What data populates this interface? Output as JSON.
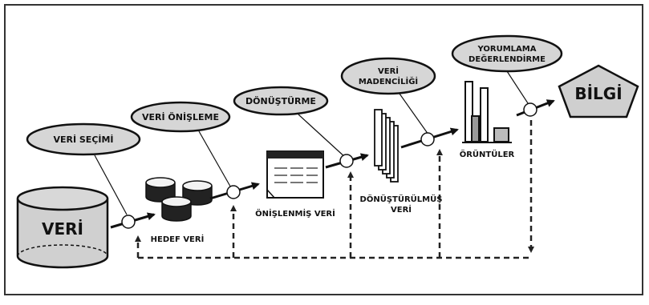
{
  "process": {
    "source": "VERİ",
    "steps": [
      {
        "label": "VERİ SEÇİMİ"
      },
      {
        "label": "VERİ ÖNİŞLEME"
      },
      {
        "label": "DÖNÜŞTÜRME"
      },
      {
        "label_line1": "VERİ",
        "label_line2": "MADENCİLİĞİ"
      },
      {
        "label_line1": "YORUMLAMA",
        "label_line2": "DEĞERLENDİRME"
      }
    ],
    "products": [
      {
        "label": "HEDEF VERİ"
      },
      {
        "label": "ÖNİŞLENMİŞ VERİ"
      },
      {
        "label_line1": "DÖNÜŞTÜRÜLMÜŞ",
        "label_line2": "VERİ"
      },
      {
        "label": "ÖRÜNTÜLER"
      }
    ],
    "result": "BİLGİ"
  }
}
